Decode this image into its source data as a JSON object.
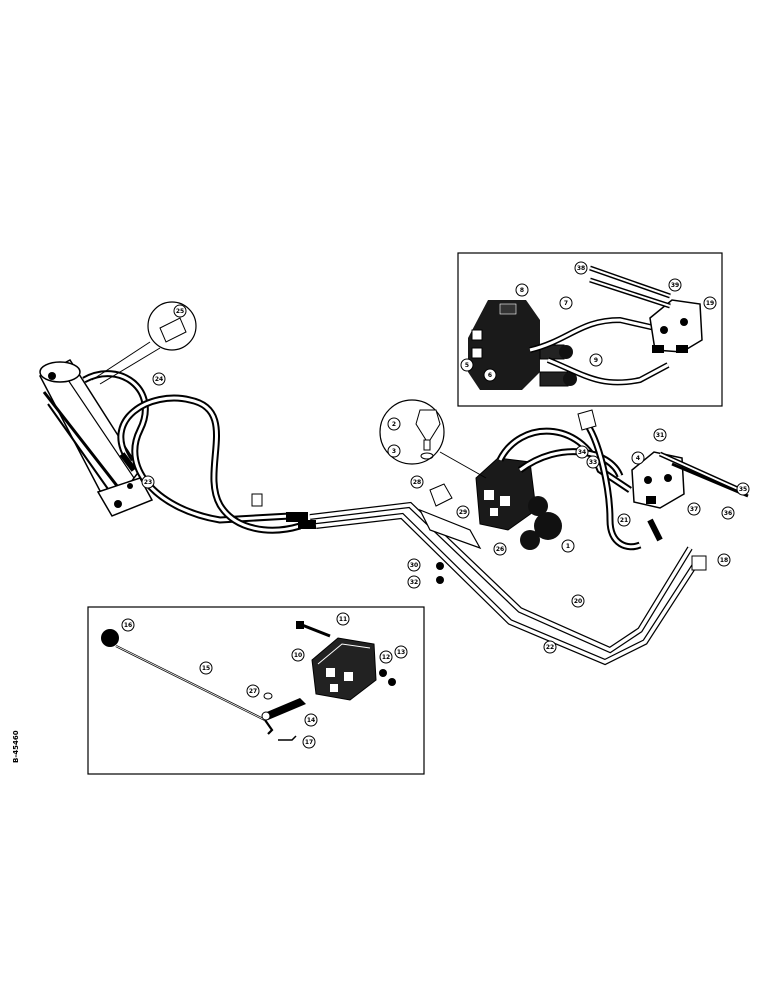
{
  "diagram": {
    "side_code": "B-45460",
    "callouts": [
      {
        "id": "c1",
        "label": "1"
      },
      {
        "id": "c2",
        "label": "2"
      },
      {
        "id": "c3",
        "label": "3"
      },
      {
        "id": "c4",
        "label": "4"
      },
      {
        "id": "c5",
        "label": "5"
      },
      {
        "id": "c6",
        "label": "6"
      },
      {
        "id": "c7",
        "label": "7"
      },
      {
        "id": "c8",
        "label": "8"
      },
      {
        "id": "c9",
        "label": "9"
      },
      {
        "id": "c10",
        "label": "10"
      },
      {
        "id": "c11",
        "label": "11"
      },
      {
        "id": "c12",
        "label": "12"
      },
      {
        "id": "c13",
        "label": "13"
      },
      {
        "id": "c14",
        "label": "14"
      },
      {
        "id": "c15",
        "label": "15"
      },
      {
        "id": "c16",
        "label": "16"
      },
      {
        "id": "c17",
        "label": "17"
      },
      {
        "id": "c18",
        "label": "18"
      },
      {
        "id": "c19",
        "label": "19"
      },
      {
        "id": "c20",
        "label": "20"
      },
      {
        "id": "c21",
        "label": "21"
      },
      {
        "id": "c22",
        "label": "22"
      },
      {
        "id": "c23",
        "label": "23"
      },
      {
        "id": "c24",
        "label": "24"
      },
      {
        "id": "c25",
        "label": "25"
      },
      {
        "id": "c26",
        "label": "26"
      },
      {
        "id": "c27",
        "label": "27"
      },
      {
        "id": "c28",
        "label": "28"
      },
      {
        "id": "c29",
        "label": "29"
      },
      {
        "id": "c30",
        "label": "30"
      },
      {
        "id": "c31",
        "label": "31"
      },
      {
        "id": "c32",
        "label": "32"
      },
      {
        "id": "c33",
        "label": "33"
      },
      {
        "id": "c34",
        "label": "34"
      },
      {
        "id": "c35",
        "label": "35"
      },
      {
        "id": "c36",
        "label": "36"
      },
      {
        "id": "c37",
        "label": "37"
      },
      {
        "id": "c38",
        "label": "38"
      },
      {
        "id": "c39",
        "label": "39"
      }
    ]
  }
}
